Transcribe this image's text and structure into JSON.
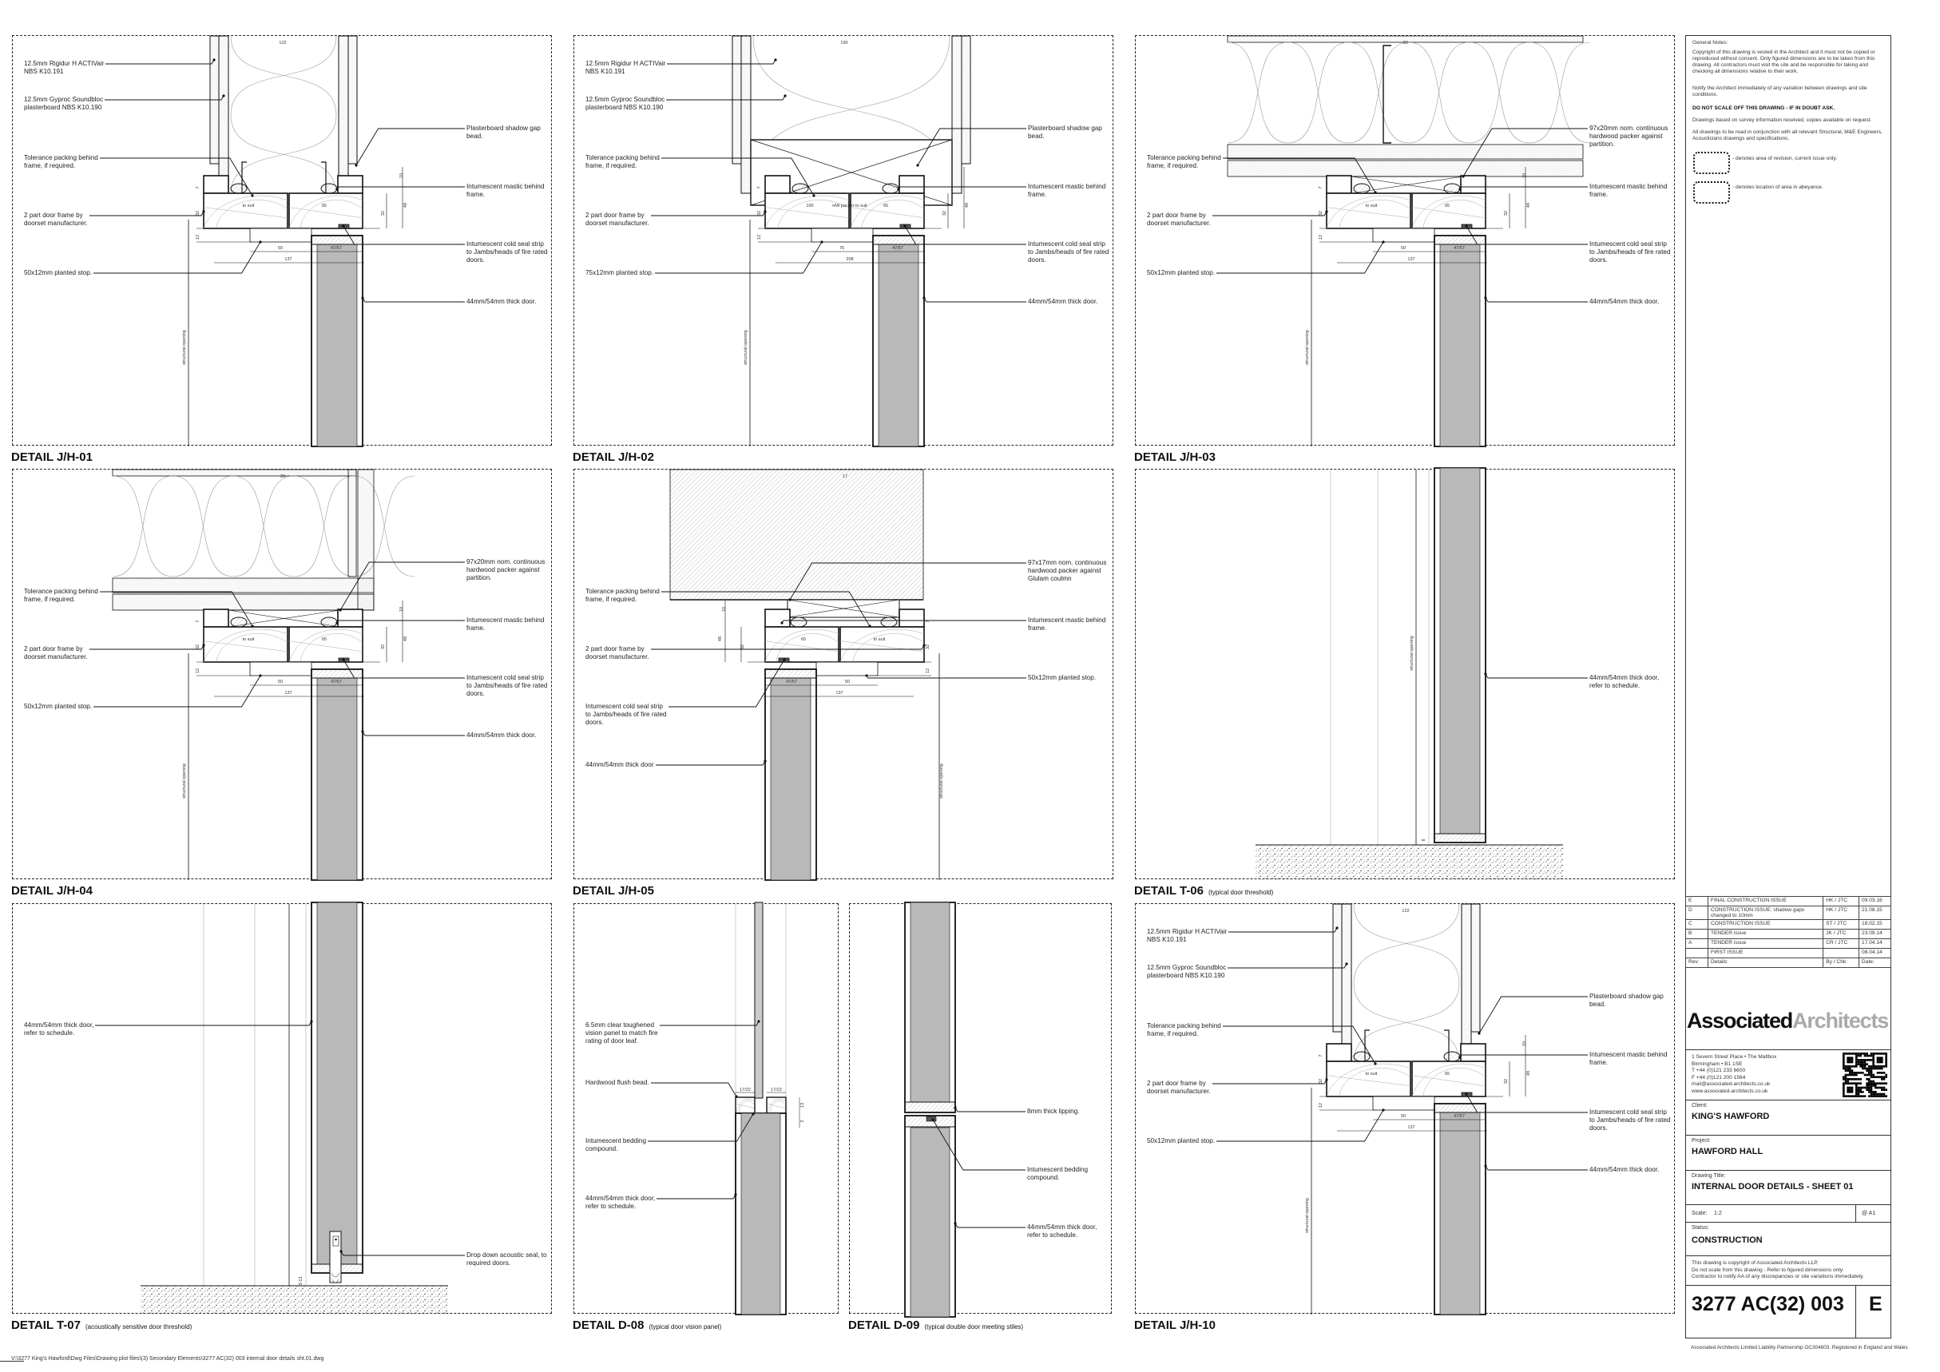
{
  "details": [
    {
      "title": "DETAIL J/H-01",
      "subtitle": "",
      "annotations": [
        "12.5mm Rigidur H ACTIVair\nNBS K10.191",
        "12.5mm Gyproc Soundbloc\nplasterboard NBS K10.190",
        "Tolerance packing behind\nframe, if required.",
        "2 part door frame by\ndoorset manufacturer.",
        "50x12mm planted stop.",
        "Plasterboard shadow gap\nbead.",
        "Intumescent mastic behind\nframe.",
        "Intumescent cold seal strip\nto Jambs/heads of fire rated\ndoors.",
        "44mm/54mm thick door."
      ],
      "dims": [
        "122",
        "10",
        "7",
        "32",
        "48",
        "32",
        "12",
        "to suit",
        "65",
        "50",
        "47/57",
        "137"
      ],
      "vertical_label": "structural opening"
    },
    {
      "title": "DETAIL J/H-02",
      "subtitle": "",
      "annotations": [
        "12.5mm Rigidur H ACTIVair\nNBS K10.191",
        "12.5mm Gyproc Soundbloc\nplasterboard NBS K10.190",
        "Tolerance packing behind\nframe, if required.",
        "2 part door frame by\ndoorset manufacturer.",
        "75x12mm planted stop.",
        "Plasterboard shadow gap\nbead.",
        "Intumescent mastic behind\nframe.",
        "Intumescent cold seal strip\nto Jambs/heads of fire rated\ndoors.",
        "44mm/54mm thick door."
      ],
      "dims": [
        "190",
        "",
        "7",
        "32",
        "48",
        "32",
        "12",
        "100",
        "65",
        "76",
        "47/57",
        "208"
      ],
      "packer_label": "HW packer to suit",
      "vertical_label": "structural opening"
    },
    {
      "title": "DETAIL J/H-03",
      "subtitle": "",
      "annotations": [
        "Tolerance packing behind\nframe, if required.",
        "2 part door frame by\ndoorset manufacturer.",
        "50x12mm planted stop.",
        "97x20mm nom. continuous\nhardwood packer against\npartition.",
        "Intumescent mastic behind\nframe.",
        "Intumescent cold seal strip\nto Jambs/heads of fire rated\ndoors.",
        "44mm/54mm thick door."
      ],
      "dims": [
        "20",
        "10",
        "7",
        "32",
        "48",
        "32",
        "12",
        "to suit",
        "65",
        "50",
        "47/57",
        "137"
      ],
      "vertical_label": "structural opening"
    },
    {
      "title": "DETAIL J/H-04",
      "subtitle": "",
      "annotations": [
        "Tolerance packing behind\nframe, if required.",
        "2 part door frame by\ndoorset manufacturer.",
        "50x12mm planted stop.",
        "97x20mm nom. continuous\nhardwood packer against\npartition.",
        "Intumescent mastic behind\nframe.",
        "Intumescent cold seal strip\nto Jambs/heads of fire rated\ndoors.",
        "44mm/54mm thick door."
      ],
      "dims": [
        "20",
        "10",
        "7",
        "32",
        "48",
        "32",
        "12",
        "to suit",
        "65",
        "50",
        "47/57",
        "137"
      ],
      "vertical_label": "structural opening"
    },
    {
      "title": "DETAIL J/H-05",
      "subtitle": "",
      "annotations": [
        "Tolerance packing behind\nframe, if required.",
        "2 part door frame by\ndoorset manufacturer.",
        "Intumescent cold seal strip\nto Jambs/heads of fire rated\ndoors.",
        "44mm/54mm thick door",
        "97x17mm nom. continuous\nhardwood packer against\nGlulam coulmn",
        "Intumescent mastic behind\nframe.",
        "50x12mm planted stop."
      ],
      "dims": [
        "17",
        "10",
        "7",
        "32",
        "48",
        "32",
        "12",
        "to suit",
        "65",
        "50",
        "47/57",
        "137"
      ],
      "vertical_label": "structural opening"
    },
    {
      "title": "DETAIL T-06",
      "subtitle": "(typical door threshold)",
      "annotations": [
        "44mm/54mm thick door,\nrefer to schedule."
      ],
      "dims": [
        "8"
      ],
      "vertical_label": "structural opening"
    },
    {
      "title": "DETAIL T-07",
      "subtitle": "(acoustically sensitive door threshold)",
      "annotations": [
        "44mm/54mm thick door,\nrefer to schedule.",
        "Drop down acoustic seal, to\nrequired doors."
      ],
      "dims": [
        "3-13"
      ]
    },
    {
      "title": "DETAIL D-08",
      "subtitle": "(typical door vision panel)",
      "annotations": [
        "6.5mm clear toughened\nvision panel to match fire\nrating of door leaf.",
        "Hardwood flush bead.",
        "Intumescent bedding\ncompound.",
        "44mm/54mm thick door,\nrefer to schedule."
      ],
      "dims": [
        "17/22",
        "17/22",
        "13",
        "2"
      ]
    },
    {
      "title": "DETAIL D-09",
      "subtitle": "(typical double door meeting stiles)",
      "annotations": [
        "8mm thick lipping.",
        "Intumescent bedding\ncompound.",
        "44mm/54mm thick door,\nrefer to schedule."
      ],
      "dims": []
    },
    {
      "title": "DETAIL J/H-10",
      "subtitle": "",
      "annotations": [
        "12.5mm Rigidur H ACTIVair\nNBS K10.191",
        "12.5mm Gyproc Soundbloc\nplasterboard NBS K10.190",
        "Tolerance packing behind\nframe, if required.",
        "2 part door frame by\ndoorset manufacturer.",
        "50x12mm planted stop.",
        "Plasterboard shadow gap\nbead.",
        "Intumescent mastic behind\nframe.",
        "Intumescent cold seal strip\nto Jambs/heads of fire rated\ndoors.",
        "44mm/54mm thick door."
      ],
      "dims": [
        "122",
        "10",
        "7",
        "32",
        "48",
        "32",
        "12",
        "to suit",
        "65",
        "50",
        "47/57",
        "137"
      ],
      "vertical_label": "structural opening"
    }
  ],
  "notes": {
    "heading": "General Notes:",
    "paragraphs": [
      "Copyright of this drawing is vested in the Architect and it must not be copied or reproduced without consent. Only figured dimensions are to be taken from this drawing.  All contractors must visit the site and be responsible for taking and checking all dimensions relative to their work.",
      "Notify the Architect immediately of any variation between drawings and site conditions.",
      "DO NOT SCALE OFF THIS DRAWING - IF IN DOUBT ASK.",
      "Drawings based on survey information received, copies available on request.",
      "All drawings to be read in conjunction with all relevant Structural, M&E Engineers, Acousticians drawings and specifications."
    ],
    "legend": [
      "- denotes area of revision, current issue only.",
      "- denotes location of area in abeyance."
    ]
  },
  "revisions": {
    "rows": [
      {
        "rev": "E",
        "details": "FINAL CONSTRUCTION ISSUE",
        "by": "HK / JTC",
        "date": "09.03.16"
      },
      {
        "rev": "D",
        "details": "CONSTRUCTION ISSUE: shadow gaps changed to 10mm",
        "by": "HK / JTC",
        "date": "21.08.15"
      },
      {
        "rev": "C",
        "details": "CONSTRUCTION ISSUE",
        "by": "ST / JTC",
        "date": "18.02.15"
      },
      {
        "rev": "B",
        "details": "TENDER issue",
        "by": "JK / JTC",
        "date": "23.09.14"
      },
      {
        "rev": "A",
        "details": "TENDER issue",
        "by": "CR / JTC",
        "date": "17.04.14"
      },
      {
        "rev": "",
        "details": "FIRST ISSUE",
        "by": "",
        "date": "08.04.14"
      }
    ],
    "header": {
      "rev": "Rev:",
      "details": "Details:",
      "by": "By / Chk:",
      "date": "Date:"
    }
  },
  "title_block": {
    "logo_bold": "Associated",
    "logo_light": "Architects",
    "address": "1 Severn Street Place • The Maltbox\nBirmingham • B1 1SE\nT +44 (0)121 233 6600\nF +44 (0)121 200 1564\nmail@associated-architects.co.uk\nwww.associated-architects.co.uk",
    "client_label": "Client:",
    "client": "KING'S HAWFORD",
    "project_label": "Project:",
    "project": "HAWFORD HALL",
    "drawing_title_label": "Drawing Title:",
    "drawing_title": "INTERNAL DOOR DETAILS - SHEET 01",
    "scale_label": "Scale:",
    "scale": "1:2",
    "sheet_size": "@ A1",
    "status_label": "Status:",
    "status": "CONSTRUCTION",
    "copyright": "This drawing is copyright of Associated Architects LLP.\nDo not scale from this drawing - Refer to figured dimensions only.\nContractor to notify AA of any discrepancies or site variations immediately.",
    "drawing_number": "3277 AC(32) 003",
    "revision": "E",
    "legal": "Associated Architects Limited Liability Partnership OC304603. Registered in England and Wales"
  },
  "file_path": "V:\\3277 King's Hawford\\Dwg Files\\Drawing plot files\\(3) Secondary Elements\\3277 AC(32) 003 internal door details sht.01.dwg",
  "colors": {
    "door_core": "#b9b9b9",
    "line": "#111111",
    "hatch": "#999999",
    "logo_light": "#aaaaaa"
  }
}
